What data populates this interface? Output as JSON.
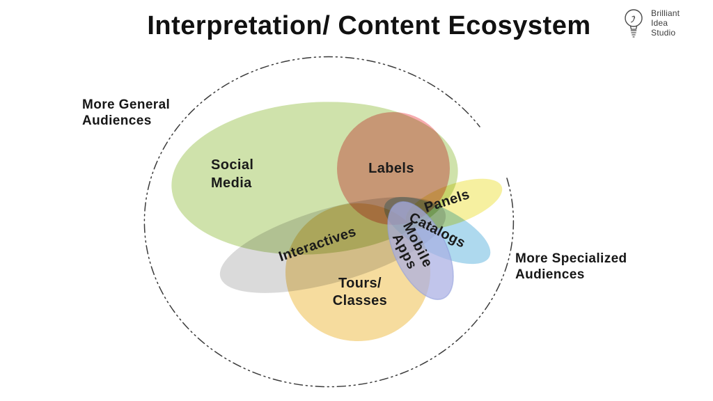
{
  "title": "Interpretation/ Content Ecosystem",
  "logo": {
    "name": "Brilliant\nIdea\nStudio"
  },
  "audience_labels": {
    "general": "More General\nAudiences",
    "specialized": "More Specialized\nAudiences"
  },
  "outer_ring": {
    "style": "dash-dot",
    "color": "#3a3a3a"
  },
  "sets": [
    {
      "id": "social-media",
      "label": "Social\nMedia",
      "color": "#cfe2ab"
    },
    {
      "id": "labels",
      "label": "Labels",
      "color": "#f6abae"
    },
    {
      "id": "panels",
      "label": "Panels",
      "color": "#f6f0a0"
    },
    {
      "id": "catalogs",
      "label": "Catalogs",
      "color": "#aed9ee"
    },
    {
      "id": "interactives",
      "label": "Interactives",
      "color": "#dadada"
    },
    {
      "id": "tours-classes",
      "label": "Tours/\nClasses",
      "color": "#f6dc9e"
    },
    {
      "id": "mobile-apps",
      "label": "Mobile\nApps",
      "color": "#a9afe3",
      "stroke": "#8e9cdb"
    }
  ]
}
